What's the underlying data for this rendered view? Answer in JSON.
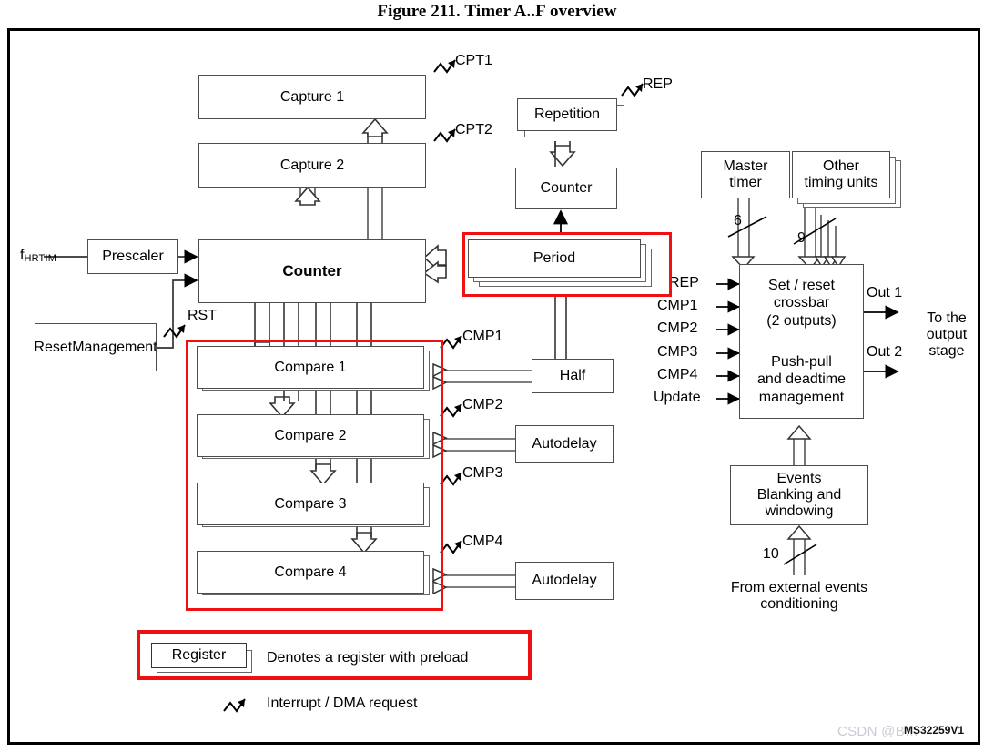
{
  "figure": {
    "title": "Figure 211. Timer A..F overview",
    "part_number": "MS32259V1",
    "watermark": "CSDN @B…"
  },
  "blocks": {
    "capture1": "Capture 1",
    "capture2": "Capture 2",
    "counter_main": "Counter",
    "prescaler": "Prescaler",
    "reset_management": "Reset\nManagement",
    "repetition": "Repetition",
    "counter_small": "Counter",
    "period": "Period",
    "half": "Half",
    "autodelay_2": "Autodelay",
    "autodelay_4": "Autodelay",
    "compare1": "Compare 1",
    "compare2": "Compare 2",
    "compare3": "Compare 3",
    "compare4": "Compare 4",
    "master_timer": "Master\ntimer",
    "other_timing_units": "Other\ntiming units",
    "crossbar": "Set / reset\ncrossbar\n(2 outputs)",
    "pushpull": "Push-pull\nand deadtime\nmanagement",
    "events_blanking": "Events\nBlanking and\nwindowing"
  },
  "signals": {
    "f_hrtim_base": "f",
    "f_hrtim_sub": "HRTIM",
    "rst": "RST",
    "cpt1": "CPT1",
    "cpt2": "CPT2",
    "rep": "REP",
    "cmp1": "CMP1",
    "cmp2": "CMP2",
    "cmp3": "CMP3",
    "cmp4": "CMP4",
    "in_rep": "REP",
    "in_cmp1": "CMP1",
    "in_cmp2": "CMP2",
    "in_cmp3": "CMP3",
    "in_cmp4": "CMP4",
    "in_update": "Update",
    "out1": "Out 1",
    "out2": "Out 2",
    "to_output_stage": "To the\noutput\nstage",
    "bus_6": "6",
    "bus_9": "9",
    "bus_10": "10",
    "from_external": "From external events\nconditioning"
  },
  "legend": {
    "register_box": "Register",
    "register_text": "Denotes a register with preload",
    "interrupt_text": "Interrupt / DMA request"
  },
  "colors": {
    "highlight": "#ee1111",
    "box_border": "#4d4d4d",
    "frame": "#000000"
  }
}
